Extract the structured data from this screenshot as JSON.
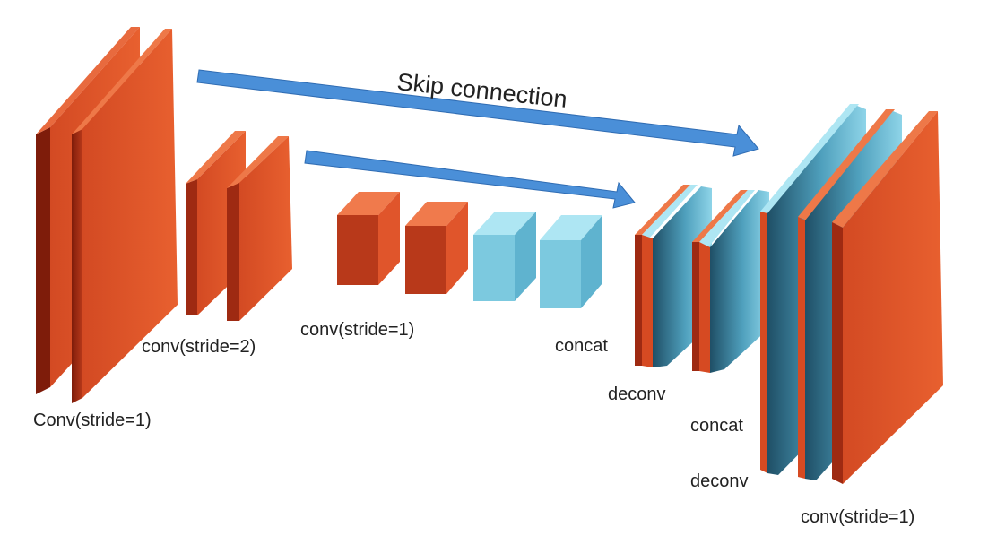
{
  "diagram": {
    "title": "Skip connection",
    "labels": {
      "encoder_conv_stride1": "Conv(stride=1)",
      "encoder_conv_stride2": "conv(stride=2)",
      "bottleneck_conv_stride1": "conv(stride=1)",
      "bottleneck_concat": "concat",
      "decoder_deconv_1": "deconv",
      "decoder_concat": "concat",
      "decoder_deconv_2": "deconv",
      "decoder_conv_stride1": "conv(stride=1)"
    },
    "colors": {
      "conv_front": "#e0552b",
      "conv_side": "#9e2a12",
      "conv_top": "#f07a4c",
      "concat_front": "#86d3e6",
      "concat_side": "#4fa7c4",
      "concat_top": "#aee6f3",
      "arrow": "#4a8fd8",
      "arrow_stroke": "#2f6cb3"
    }
  }
}
